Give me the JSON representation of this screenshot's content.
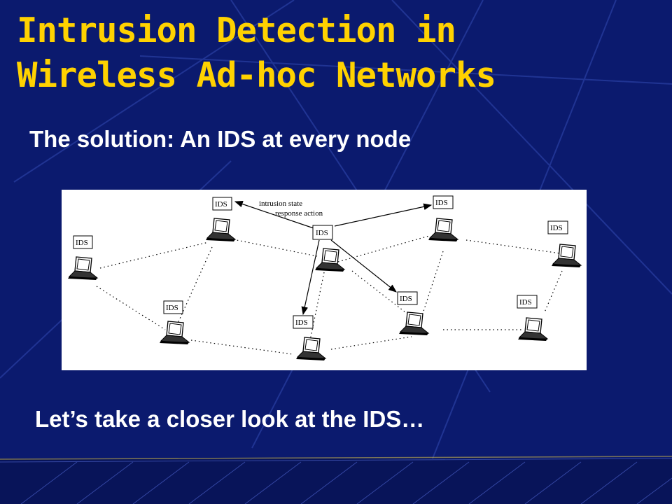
{
  "title": {
    "line1": "Intrusion Detection in",
    "line2": "Wireless Ad-hoc Networks"
  },
  "subtitle": "The solution: An IDS at every node",
  "footer": "Let’s take a closer look at the IDS…",
  "diagram": {
    "node_label": "IDS",
    "edge_label_1": "intrusion state",
    "edge_label_2": "response action"
  },
  "colors": {
    "background": "#0b1a6e",
    "title": "#ffd200",
    "text": "#ffffff"
  }
}
